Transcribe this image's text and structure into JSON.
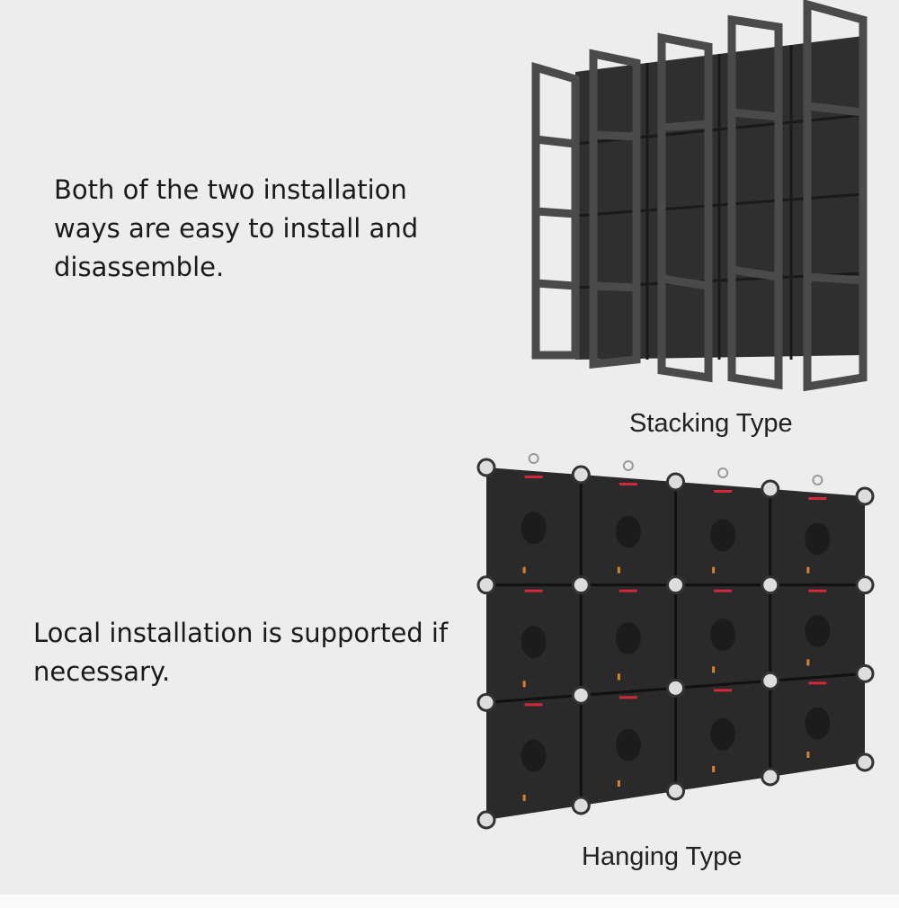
{
  "sections": [
    {
      "text": "Both of the two installation ways are easy to install and disassemble.",
      "caption": "Stacking Type"
    },
    {
      "text": "Local installation is supported if necessary.",
      "caption": "Hanging Type"
    }
  ],
  "colors": {
    "background": "#ededed",
    "panel": "#2c2c2c",
    "accent_red": "#d2283c"
  }
}
